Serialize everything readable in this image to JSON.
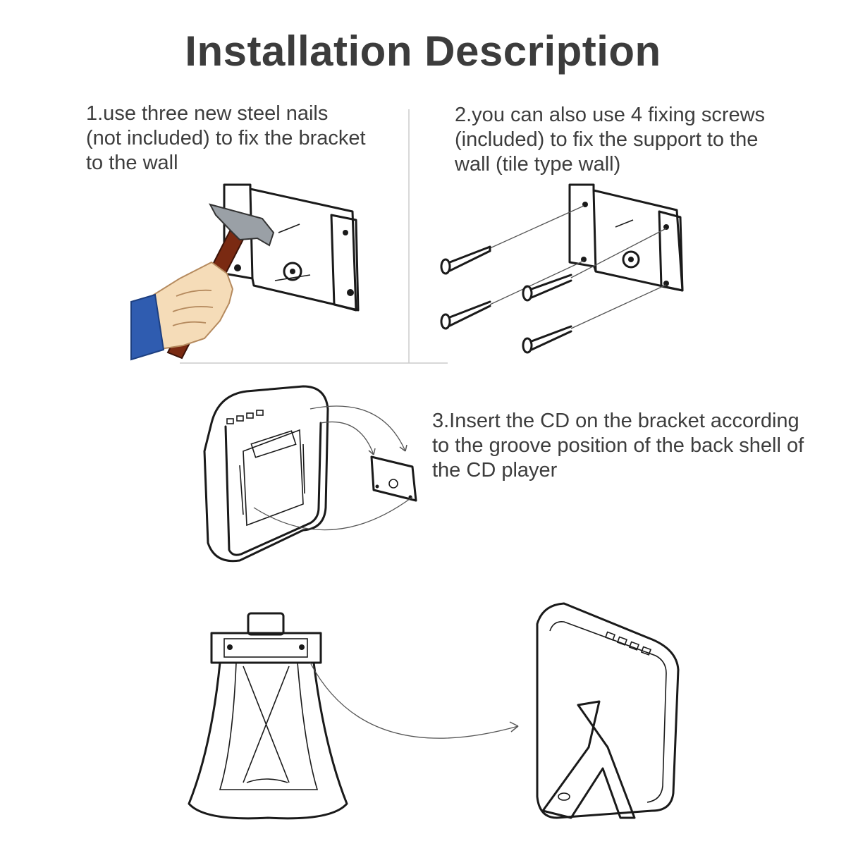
{
  "title": "Installation Description",
  "steps": [
    {
      "text": "1.use three new steel nails\n(not included) to fix the bracket\nto the wall"
    },
    {
      "text": "2.you can also use 4 fixing screws\n(included) to fix the support to the\nwall (tile type wall)"
    },
    {
      "text": "3.Insert the CD on the bracket according\nto the groove position of the back shell of\nthe CD player"
    }
  ],
  "colors": {
    "text": "#3d3d3d",
    "line": "#1a1a1a",
    "hammer_handle": "#7a2a12",
    "hammer_head": "#9aa0a6",
    "hand": "#f5dcb8",
    "sleeve": "#2f5cb0"
  },
  "illustrations": [
    "hammer-nailing-bracket",
    "screws-fixing-bracket",
    "cd-player-onto-bracket",
    "bracket-stand-to-cd-player"
  ]
}
